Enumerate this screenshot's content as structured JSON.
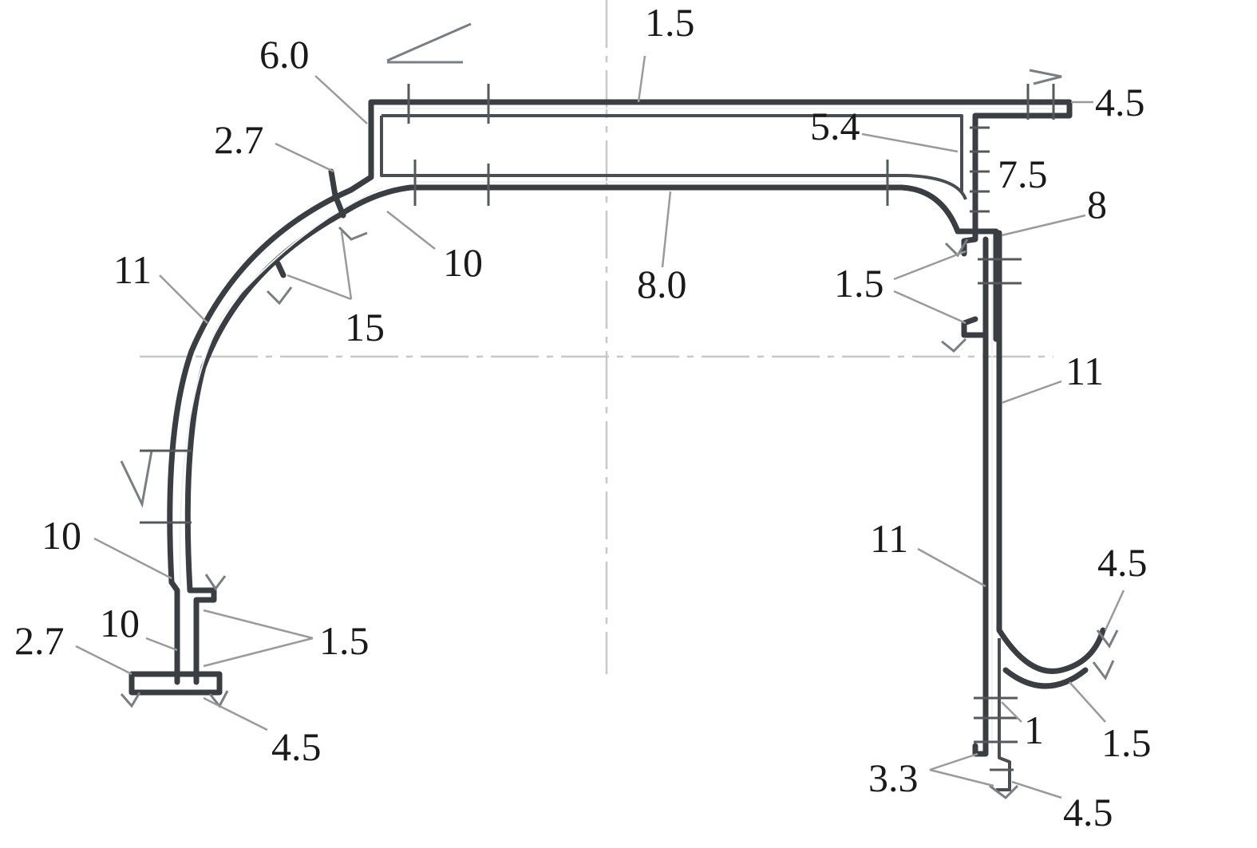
{
  "labels": [
    {
      "id": "top-flange-1_5",
      "text": "1.5"
    },
    {
      "id": "top-left-6_0",
      "text": "6.0"
    },
    {
      "id": "right-end-4_5",
      "text": "4.5"
    },
    {
      "id": "corner-5_4",
      "text": "5.4"
    },
    {
      "id": "corner-7_5",
      "text": "7.5"
    },
    {
      "id": "left-2_7-top",
      "text": "2.7"
    },
    {
      "id": "right-8",
      "text": "8"
    },
    {
      "id": "arc-11",
      "text": "11"
    },
    {
      "id": "arc-10-top",
      "text": "10"
    },
    {
      "id": "middle-8_0",
      "text": "8.0"
    },
    {
      "id": "right-1_5-upper",
      "text": "1.5"
    },
    {
      "id": "arc-15",
      "text": "15"
    },
    {
      "id": "right-11-upper",
      "text": "11"
    },
    {
      "id": "left-10-mid",
      "text": "10"
    },
    {
      "id": "right-11-lower",
      "text": "11"
    },
    {
      "id": "hook-4_5",
      "text": "4.5"
    },
    {
      "id": "left-10-low",
      "text": "10"
    },
    {
      "id": "left-1_5-low",
      "text": "1.5"
    },
    {
      "id": "left-2_7-low",
      "text": "2.7"
    },
    {
      "id": "hook-1_5",
      "text": "1.5"
    },
    {
      "id": "bottom-1",
      "text": "1"
    },
    {
      "id": "left-4_5-low",
      "text": "4.5"
    },
    {
      "id": "bottom-3_3",
      "text": "3.3"
    },
    {
      "id": "bottom-4_5",
      "text": "4.5"
    }
  ]
}
